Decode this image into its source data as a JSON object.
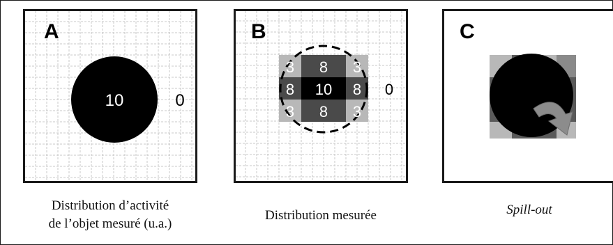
{
  "panels": {
    "a": {
      "letter": "A",
      "center_value": "10",
      "outside_value": "0",
      "caption_line1": "Distribution d’activité",
      "caption_line2": "de l’objet mesuré (u.a.)"
    },
    "b": {
      "letter": "B",
      "center_value": "10",
      "edge_value": "8",
      "corner_value": "3",
      "outside_value": "0",
      "caption": "Distribution mesurée"
    },
    "c": {
      "letter": "C",
      "caption": "Spill-out"
    }
  },
  "colors": {
    "grid": "#c8c8c8",
    "disk": "#000000",
    "center_cell": "#000000",
    "edge_cell": "#4a4a4a",
    "corner_cell": "#b8b8b8",
    "arrow": "#8c8c8c",
    "frame": "#1a1a1a"
  }
}
